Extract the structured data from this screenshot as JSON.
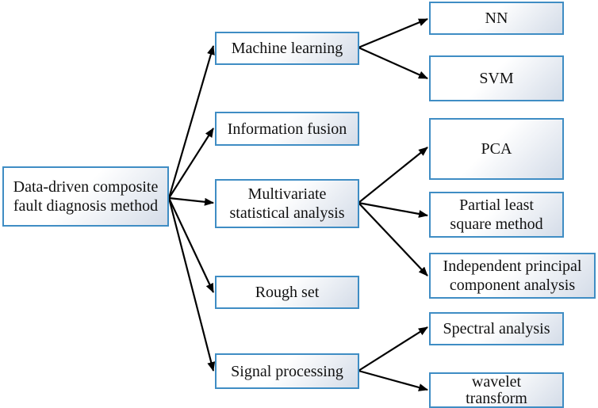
{
  "root": {
    "line1": "Data-driven composite",
    "line2": "fault diagnosis method"
  },
  "categories": {
    "machine_learning": "Machine learning",
    "information_fusion": "Information fusion",
    "multivariate": {
      "line1": "Multivariate",
      "line2": "statistical analysis"
    },
    "rough_set": "Rough set",
    "signal_processing": "Signal processing"
  },
  "methods": {
    "nn": "NN",
    "svm": "SVM",
    "pca": "PCA",
    "pls": {
      "line1": "Partial least",
      "line2": "square method"
    },
    "ipca": {
      "line1": "Independent principal",
      "line2": "component analysis"
    },
    "spectral": "Spectral analysis",
    "wavelet": {
      "line1": "wavelet",
      "line2": "transform"
    }
  },
  "colors": {
    "border": "#3f8dc4",
    "arrow": "#000000",
    "fill_shade": "#d4dce8"
  }
}
